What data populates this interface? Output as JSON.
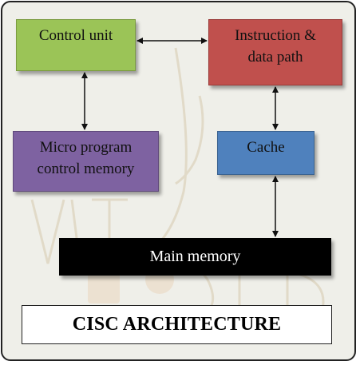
{
  "diagram": {
    "nodes": {
      "control_unit": "Control unit",
      "instruction_path_line1": "Instruction &",
      "instruction_path_line2": "data path",
      "micro_program_line1": "Micro program",
      "micro_program_line2": "control memory",
      "cache": "Cache",
      "main_memory": "Main memory"
    },
    "caption": "CISC ARCHITECTURE",
    "edges": [
      {
        "from": "Control unit",
        "to": "Instruction & data path",
        "direction": "bidirectional"
      },
      {
        "from": "Control unit",
        "to": "Micro program control memory",
        "direction": "bidirectional"
      },
      {
        "from": "Instruction & data path",
        "to": "Cache",
        "direction": "bidirectional"
      },
      {
        "from": "Cache",
        "to": "Main memory",
        "direction": "bidirectional"
      }
    ]
  },
  "colors": {
    "panel_background": "#efefe9",
    "control_unit": "#9bc457",
    "instruction_path": "#c0504d",
    "micro_program": "#7e62a1",
    "cache": "#4f81bd",
    "main_memory": "#000000"
  },
  "watermark_icon": "faint-logo-watermark"
}
